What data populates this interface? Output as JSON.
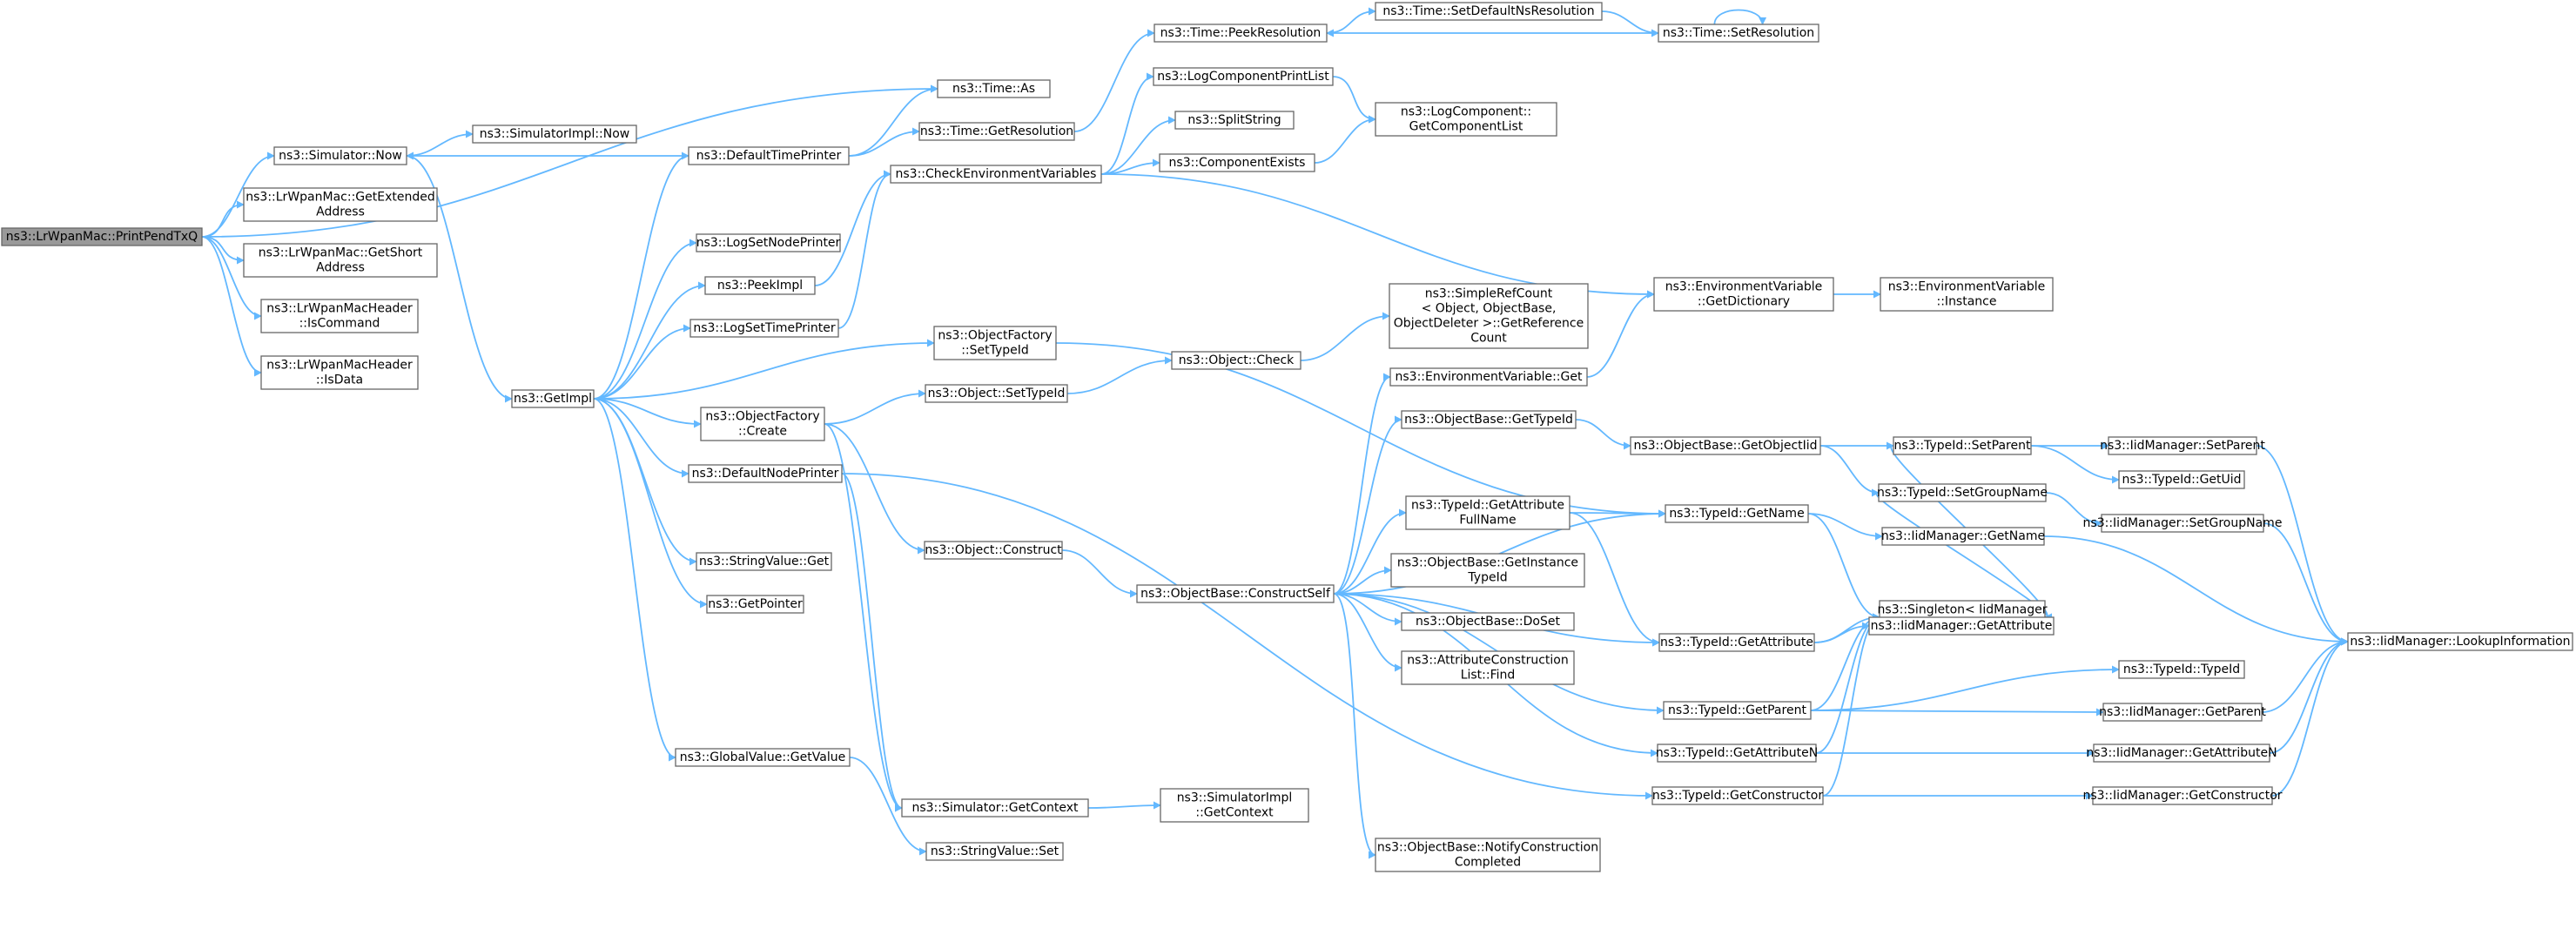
{
  "colors": {
    "edge": "#63b8ff",
    "node_border": "#666666",
    "root_fill": "#999999",
    "node_fill": "#ffffff"
  },
  "nodes": {
    "root": [
      "ns3::LrWpanMac::PrintPendTxQ"
    ],
    "simnow": [
      "ns3::Simulator::Now"
    ],
    "extaddr": [
      "ns3::LrWpanMac::GetExtended",
      "Address"
    ],
    "shortaddr": [
      "ns3::LrWpanMac::GetShort",
      "Address"
    ],
    "iscmd": [
      "ns3::LrWpanMacHeader",
      "::IsCommand"
    ],
    "isdata": [
      "ns3::LrWpanMacHeader",
      "::IsData"
    ],
    "simimplnow": [
      "ns3::SimulatorImpl::Now"
    ],
    "getimpl": [
      "ns3::GetImpl"
    ],
    "deftime": [
      "ns3::DefaultTimePrinter"
    ],
    "logsetnode": [
      "ns3::LogSetNodePrinter"
    ],
    "peekimpl": [
      "ns3::PeekImpl"
    ],
    "logsettime": [
      "ns3::LogSetTimePrinter"
    ],
    "ofcreate": [
      "ns3::ObjectFactory",
      "::Create"
    ],
    "defnode": [
      "ns3::DefaultNodePrinter"
    ],
    "strget": [
      "ns3::StringValue::Get"
    ],
    "getptr": [
      "ns3::GetPointer"
    ],
    "gvget": [
      "ns3::GlobalValue::GetValue"
    ],
    "timeas": [
      "ns3::Time::As"
    ],
    "getres": [
      "ns3::Time::GetResolution"
    ],
    "checkenv": [
      "ns3::CheckEnvironmentVariables"
    ],
    "ofsettid": [
      "ns3::ObjectFactory",
      "::SetTypeId"
    ],
    "objsettid": [
      "ns3::Object::SetTypeId"
    ],
    "objcons": [
      "ns3::Object::Construct"
    ],
    "simgetctx": [
      "ns3::Simulator::GetContext"
    ],
    "strset": [
      "ns3::StringValue::Set"
    ],
    "peekres": [
      "ns3::Time::PeekResolution"
    ],
    "logprint": [
      "ns3::LogComponentPrintList"
    ],
    "split": [
      "ns3::SplitString"
    ],
    "compexists": [
      "ns3::ComponentExists"
    ],
    "objcheck": [
      "ns3::Object::Check"
    ],
    "consself": [
      "ns3::ObjectBase::ConstructSelf"
    ],
    "implctx": [
      "ns3::SimulatorImpl",
      "::GetContext"
    ],
    "setdefns": [
      "ns3::Time::SetDefaultNsResolution"
    ],
    "getcomplist": [
      "ns3::LogComponent::",
      "GetComponentList"
    ],
    "srccount": [
      "ns3::SimpleRefCount",
      "< Object, ObjectBase,",
      "ObjectDeleter >::GetReference",
      "Count"
    ],
    "envget": [
      "ns3::EnvironmentVariable::Get"
    ],
    "obgettid": [
      "ns3::ObjectBase::GetTypeId"
    ],
    "tidgetattrfull": [
      "ns3::TypeId::GetAttribute",
      "FullName"
    ],
    "obgetinst": [
      "ns3::ObjectBase::GetInstance",
      "TypeId"
    ],
    "obdoset": [
      "ns3::ObjectBase::DoSet"
    ],
    "acfind": [
      "ns3::AttributeConstruction",
      "List::Find"
    ],
    "obnotify": [
      "ns3::ObjectBase::NotifyConstruction",
      "Completed"
    ],
    "setres": [
      "ns3::Time::SetResolution"
    ],
    "envdict": [
      "ns3::EnvironmentVariable",
      "::GetDictionary"
    ],
    "obgetoid": [
      "ns3::ObjectBase::GetObjectIid"
    ],
    "tidgetname": [
      "ns3::TypeId::GetName"
    ],
    "tidgetattr": [
      "ns3::TypeId::GetAttribute"
    ],
    "tidgetparent": [
      "ns3::TypeId::GetParent"
    ],
    "tidgetattrn": [
      "ns3::TypeId::GetAttributeN"
    ],
    "tidgetcons": [
      "ns3::TypeId::GetConstructor"
    ],
    "envinst": [
      "ns3::EnvironmentVariable",
      "::Instance"
    ],
    "tidsetparent": [
      "ns3::TypeId::SetParent"
    ],
    "tidgetuid": [
      "ns3::TypeId::GetUid"
    ],
    "tidsetgroup": [
      "ns3::TypeId::SetGroupName"
    ],
    "iidgetname": [
      "ns3::IidManager::GetName"
    ],
    "singget": [
      "ns3::Singleton< IidManager",
      ">::Get"
    ],
    "iidgetattr": [
      "ns3::IidManager::GetAttribute"
    ],
    "tidtypeid": [
      "ns3::TypeId::TypeId"
    ],
    "iidsetparent": [
      "ns3::IidManager::SetParent"
    ],
    "iidsetgroup": [
      "ns3::IidManager::SetGroupName"
    ],
    "iidgetparent": [
      "ns3::IidManager::GetParent"
    ],
    "iidgetattrn": [
      "ns3::IidManager::GetAttributeN"
    ],
    "iidgetcons": [
      "ns3::IidManager::GetConstructor"
    ],
    "iidlookup": [
      "ns3::IidManager::LookupInformation"
    ]
  }
}
